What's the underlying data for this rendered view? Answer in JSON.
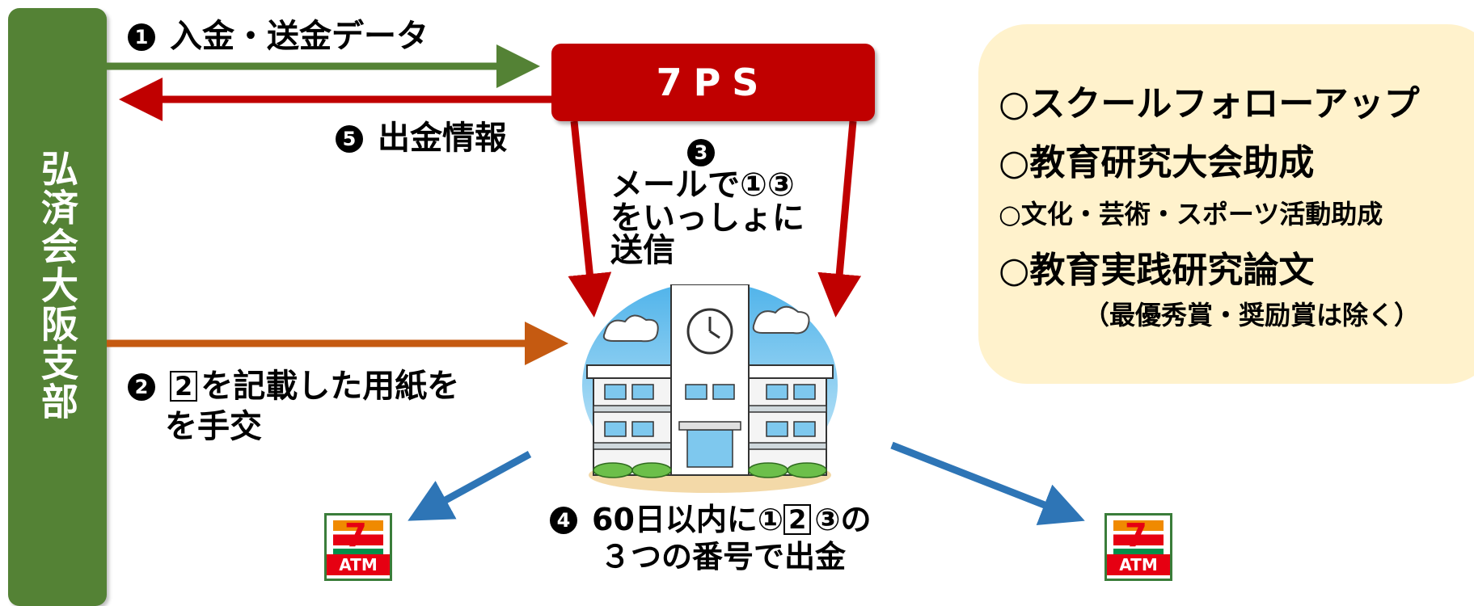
{
  "branch": {
    "label": "弘済会大阪支部"
  },
  "sps": {
    "label": "7PS"
  },
  "steps": {
    "s1": {
      "num": "1",
      "text": "入金・送金データ"
    },
    "s5": {
      "num": "5",
      "text": "出金情報"
    },
    "s3": {
      "num": "3",
      "lines": [
        "メールで①③",
        "をいっしょに",
        "送信"
      ]
    },
    "s2": {
      "num": "2",
      "box": "2",
      "text_a": "を記載した用紙を",
      "text_b": "を手交"
    },
    "s4": {
      "num": "4",
      "line1_a": "60日以内に①",
      "line1_box": "2",
      "line1_b": "③の",
      "line2": "３つの番号で出金"
    }
  },
  "panel": {
    "items": [
      "○スクールフォローアップ",
      "○教育研究大会助成",
      "○文化・芸術・スポーツ活動助成",
      "○教育実践研究論文",
      "（最優秀賞・奨励賞は除く）"
    ]
  },
  "atm": {
    "label": "ATM",
    "logo": "7"
  },
  "colors": {
    "branch": "#548235",
    "sps": "#c00000",
    "arrow_green": "#548235",
    "arrow_red": "#c00000",
    "arrow_orange": "#c55a11",
    "arrow_blue": "#2e75b6",
    "panel": "#fff2cc"
  },
  "icons": [
    "school-building-icon",
    "atm-icon"
  ]
}
